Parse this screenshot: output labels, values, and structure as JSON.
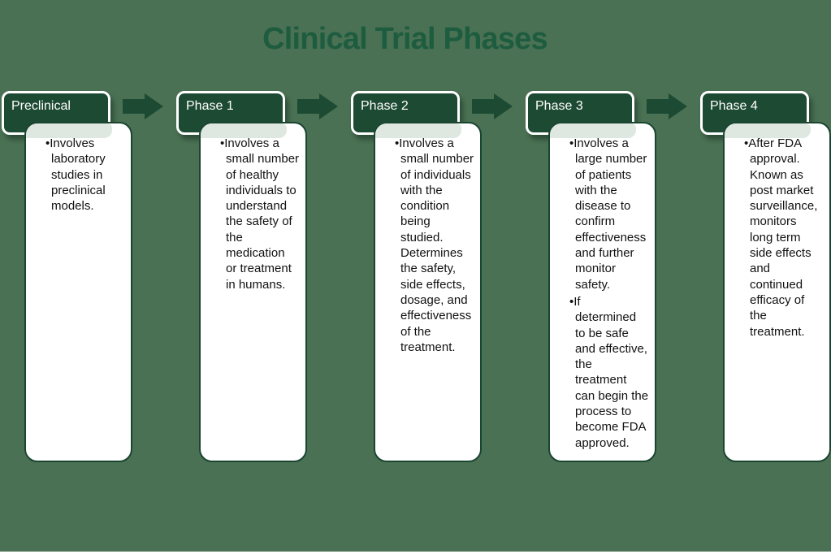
{
  "title": "Clinical Trial Phases",
  "colors": {
    "background": "#4A7153",
    "header_green": "#1D4A33",
    "title_green": "#1E5C40",
    "band_green": "#DEE7E0",
    "card_border_green": "#1A4531",
    "arrow_green": "#1D4A33",
    "card_white": "#FFFFFF",
    "text_black": "#111111"
  },
  "arrow_icon": "right-arrow",
  "phases": [
    {
      "label": "Preclinical",
      "bullets": [
        "Involves\nlaboratory\nstudies in\npreclinical\nmodels."
      ]
    },
    {
      "label": "Phase 1",
      "bullets": [
        "Involves a\nsmall number\nof healthy\nindividuals to\nunderstand\nthe safety of\nthe\nmedication\nor treatment\nin humans."
      ]
    },
    {
      "label": "Phase 2",
      "bullets": [
        "Involves a\nsmall number\nof individuals\nwith the\ncondition\nbeing\nstudied.\nDetermines\nthe safety,\nside effects,\ndosage, and\neffectiveness\nof the\ntreatment."
      ]
    },
    {
      "label": "Phase 3",
      "bullets": [
        "Involves a\nlarge number\nof patients\nwith the\ndisease to\nconfirm\neffectiveness\nand further\nmonitor\nsafety.",
        "If\ndetermined\nto be safe\nand effective,\nthe\ntreatment\ncan begin the\nprocess to\nbecome FDA\napproved."
      ]
    },
    {
      "label": "Phase 4",
      "bullets": [
        "After FDA\napproval.\nKnown as\npost market\nsurveillance,\nmonitors\nlong term\nside effects\nand\ncontinued\nefficacy of\nthe\ntreatment."
      ]
    }
  ]
}
